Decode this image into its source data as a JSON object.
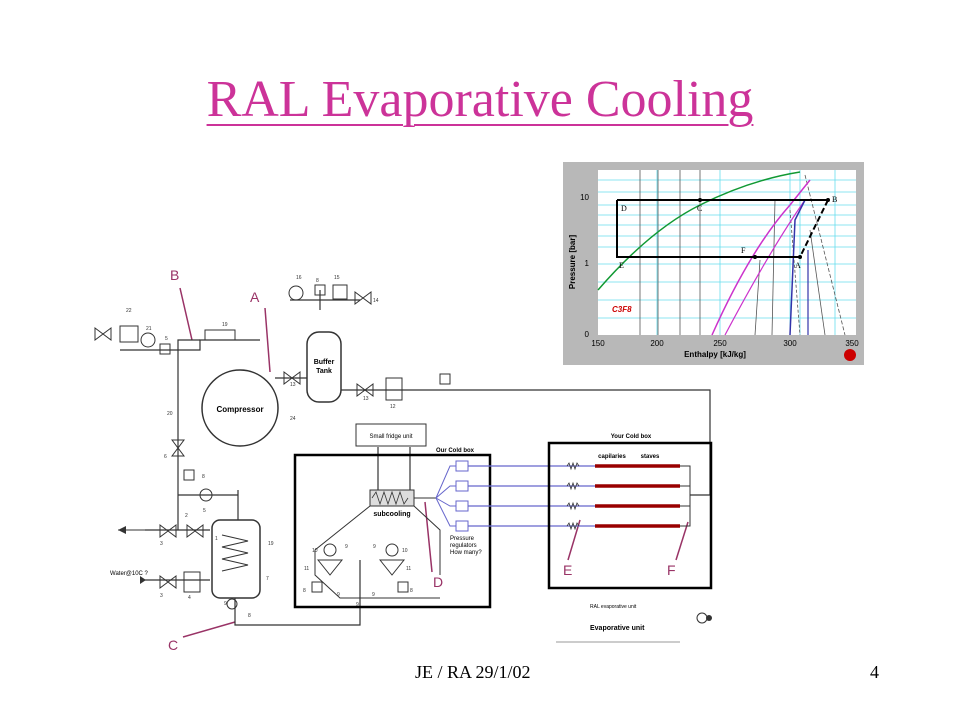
{
  "slide": {
    "title": "RAL Evaporative Cooling",
    "footer_left": "JE / RA 29/1/02",
    "page_number": "4"
  },
  "markers": {
    "a": "A",
    "b": "B",
    "c": "C",
    "d": "D",
    "e": "E",
    "f": "F"
  },
  "colors": {
    "title": "#cc3399",
    "marker": "#993366",
    "pipe": "#6666cc",
    "stave": "#990000"
  },
  "schematic": {
    "compressor": "Compressor",
    "buffer_tank_1": "Buffer",
    "buffer_tank_2": "Tank",
    "fridge_unit": "Small fridge unit",
    "our_cold_box": "Our Cold box",
    "your_cold_box": "Your Cold box",
    "capillaries": "capilaries",
    "staves": "staves",
    "subcooling": "subcooling",
    "pressure_regulators_1": "Pressure",
    "pressure_regulators_2": "regulators",
    "pressure_regulators_3": "How many?",
    "water": "Water@10C ?",
    "evap_unit_small": "RAL evaporative unit",
    "evap_unit": "Evaporative unit",
    "numbers": [
      "22",
      "21",
      "5",
      "19",
      "16",
      "8",
      "15",
      "14",
      "13",
      "13",
      "12",
      "20",
      "24",
      "6",
      "8",
      "5",
      "2",
      "3",
      "3",
      "4",
      "1",
      "7",
      "19",
      "9",
      "8",
      "10",
      "10",
      "11",
      "11",
      "9",
      "9",
      "9",
      "9",
      "9",
      "8",
      "8"
    ]
  },
  "ph_diagram": {
    "y_axis_label": "Pressure [bar]",
    "x_axis_label": "Enthalpy [kJ/kg]",
    "refrigerant": "C3F8",
    "x_ticks": [
      "150",
      "200",
      "250",
      "300",
      "350"
    ],
    "y_ticks": [
      "10",
      "1",
      "0"
    ],
    "points": {
      "a": "A",
      "b": "B",
      "c": "C",
      "d": "D",
      "e": "E",
      "f": "F"
    }
  }
}
